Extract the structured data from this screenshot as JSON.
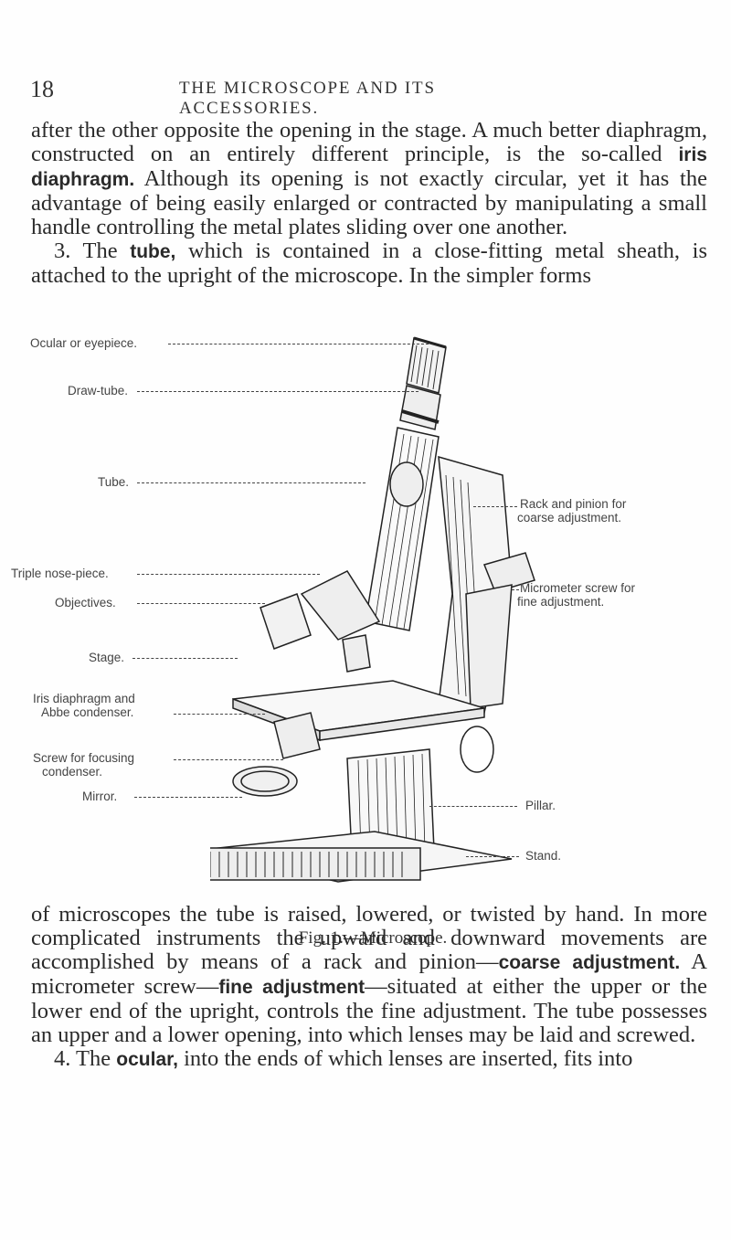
{
  "header": {
    "page_number": "18",
    "running_head": "THE MICROSCOPE AND ITS ACCESSORIES."
  },
  "text": {
    "p1_a": "after the other opposite the opening in the stage.  A much better diaphragm, constructed on an entirely different principle, is the so-called ",
    "p1_term": "iris diaphragm.",
    "p1_b": "  Although its opening is not exactly circular, yet it has the advantage of being easily enlarged or contracted by manipulating a small handle controlling the metal plates sliding over one another.",
    "p2_a": "3. The ",
    "p2_term": "tube,",
    "p2_b": " which is contained in a close-fitting metal sheath, is attached to the upright of the microscope.  In the simpler forms",
    "p3_a": "of microscopes the tube is raised, lowered, or twisted by hand.  In more complicated instruments the upward and downward movements are accomplished by means of a rack and pinion—",
    "p3_term1": "coarse adjustment.",
    "p3_b": "  A micrometer screw—",
    "p3_term2": "fine adjustment",
    "p3_c": "—situated at either the upper or the lower end of the upright, controls the fine adjustment.  The tube possesses an upper and a lower opening, into which lenses may be laid and screwed.",
    "p4_a": "4. The ",
    "p4_term": "ocular,",
    "p4_b": " into the ends of which lenses are inserted, fits into"
  },
  "figure": {
    "labels_left": {
      "ocular": "Ocular or eyepiece.",
      "draw_tube": "Draw-tube.",
      "tube": "Tube.",
      "nose_piece": "Triple nose-piece.",
      "objectives": "Objectives.",
      "stage": "Stage.",
      "iris_1": "Iris diaphragm and",
      "iris_2": "Abbe condenser.",
      "screw_1": "Screw for focusing",
      "screw_2": "condenser.",
      "mirror": "Mirror."
    },
    "labels_right": {
      "rack_1": "Rack and pinion for",
      "rack_2": "coarse adjustment.",
      "micro_1": "Micrometer screw for",
      "micro_2": "fine adjustment.",
      "pillar": "Pillar.",
      "stand": "Stand."
    },
    "caption": "Fig. 1.—Microscope."
  }
}
